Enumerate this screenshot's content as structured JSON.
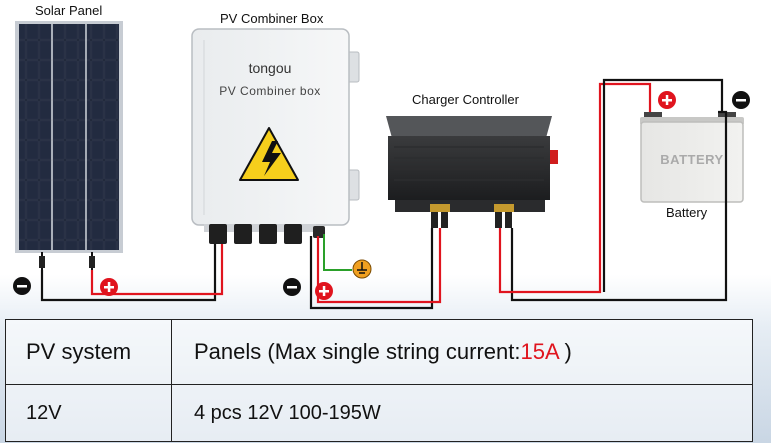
{
  "labels": {
    "solar_panel": "Solar Panel",
    "combiner_box": "PV Combiner Box",
    "charger_controller": "Charger Controller",
    "battery": "Battery",
    "battery_face": "BATTERY",
    "brand": "tongou",
    "box_face": "PV Combiner box"
  },
  "table": {
    "header": {
      "col1": "PV system",
      "col2_prefix": "Panels (Max single string current:",
      "col2_highlight": "15A",
      "col2_suffix": " )"
    },
    "row": {
      "col1": "12V",
      "col2": "4 pcs 12V 100-195W"
    }
  },
  "colors": {
    "positive_wire": "#e0141e",
    "negative_wire": "#111111",
    "ground_wire": "#2aa02a",
    "ground_symbol": "#f0a020",
    "accent": "#e0141e"
  },
  "icons": [
    "warning-high-voltage-icon",
    "positive-terminal-icon",
    "negative-terminal-icon",
    "ground-icon"
  ]
}
